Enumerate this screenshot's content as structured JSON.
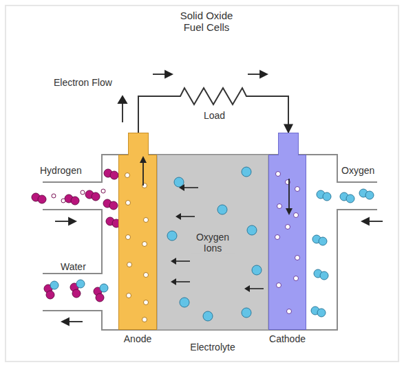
{
  "diagram": {
    "title": "Solid Oxide Fuel Cells",
    "nodes": [
      {
        "text": [
          "Anode"
        ]
      },
      {
        "text": [
          "Oxygen Ions",
          "Electrolyte"
        ]
      },
      {
        "text": [
          "Cathode"
        ]
      }
    ],
    "edges": [
      {
        "from": 0,
        "to": 2,
        "arrow": "to",
        "label": "Load"
      }
    ],
    "labels": [
      "Electron Flow",
      "Hydrogen",
      "Water",
      "Oxygen"
    ]
  }
}
